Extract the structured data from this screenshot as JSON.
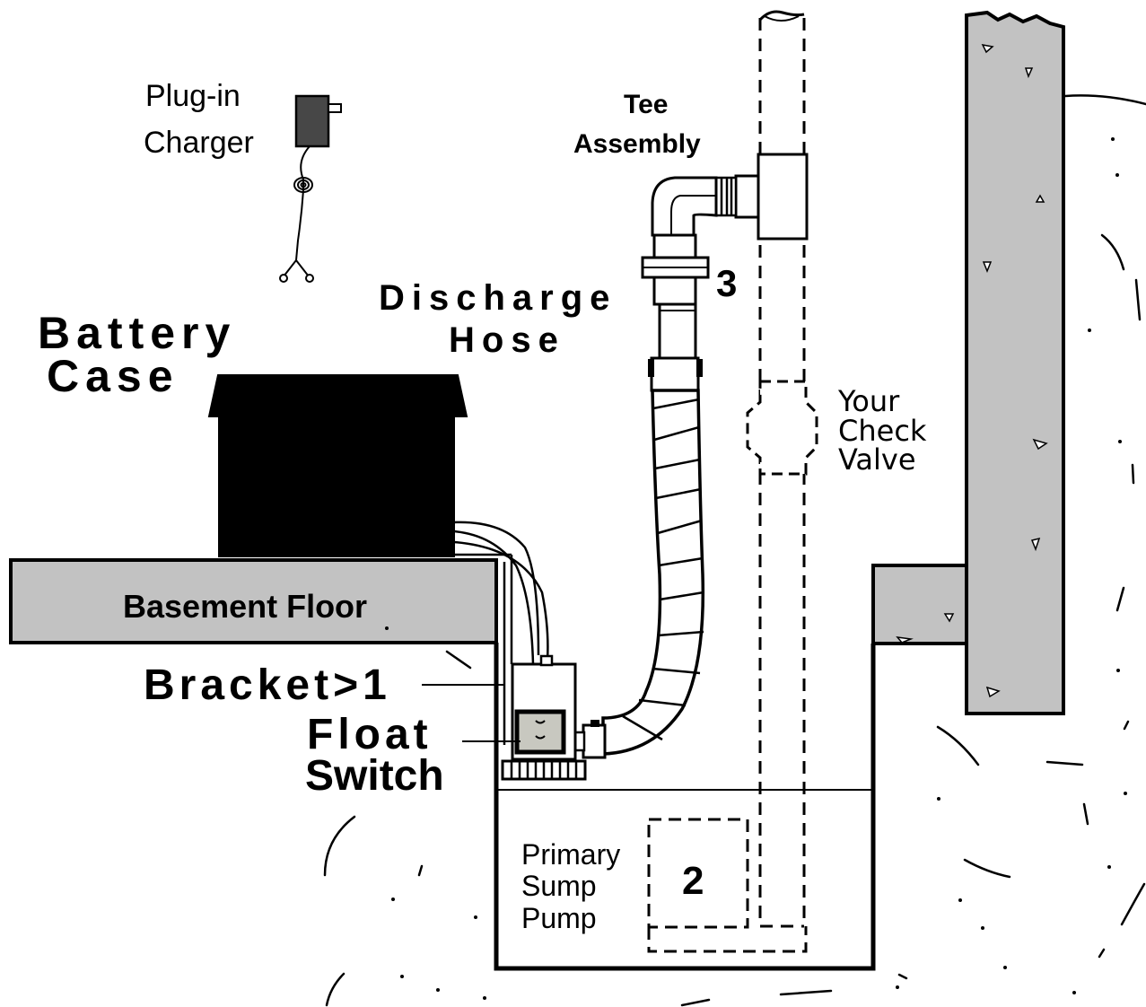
{
  "labels": {
    "plug_in": "Plug-in",
    "charger": "Charger",
    "tee": "Tee",
    "assembly": "Assembly",
    "discharge": "Discharge",
    "hose": "Hose",
    "battery": "Battery",
    "case": "Case",
    "num_3": "3",
    "your": "Your",
    "check": "Check",
    "valve": "Valve",
    "basement_floor": "Basement Floor",
    "bracket": "Bracket>1",
    "float": "Float",
    "switch": "Switch",
    "primary": "Primary",
    "sump": "Sump",
    "pump": "Pump",
    "num_2": "2"
  },
  "colors": {
    "concrete": "#c2c2c2",
    "battery": "#000000",
    "charger_body": "#474747",
    "float_body": "#c8c8c0"
  }
}
